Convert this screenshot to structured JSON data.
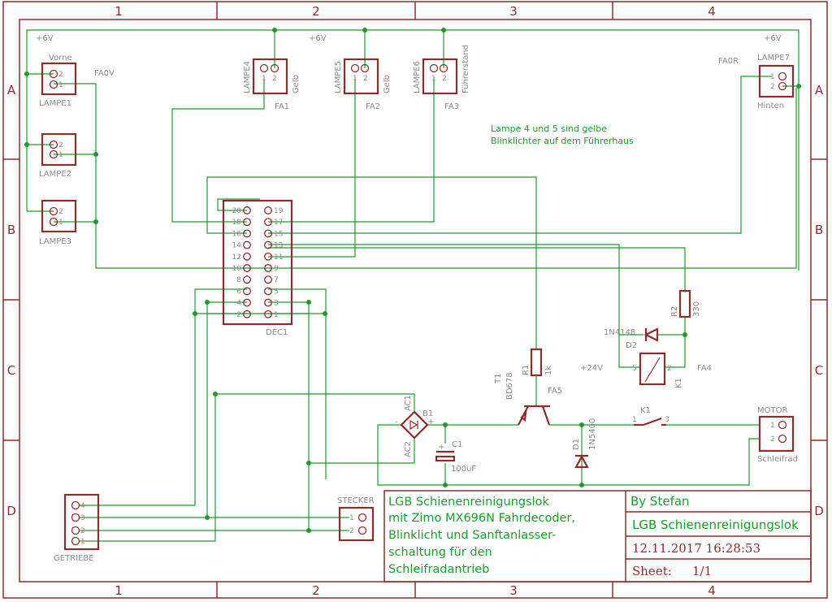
{
  "frame": {
    "columns": [
      "1",
      "2",
      "3",
      "4"
    ],
    "rows": [
      "A",
      "B",
      "C",
      "D"
    ]
  },
  "supply": {
    "left": "+6V",
    "mid": "+6V",
    "right": "+6V",
    "plus24": "+24V"
  },
  "parts": {
    "lampe1": {
      "name": "LAMPE1",
      "value": "Vorne",
      "net": "FA0V"
    },
    "lampe2": {
      "name": "LAMPE2"
    },
    "lampe3": {
      "name": "LAMPE3"
    },
    "lampe4": {
      "name": "LAMPE4",
      "value": "Gelb",
      "net": "FA1"
    },
    "lampe5": {
      "name": "LAMPE5",
      "value": "Gelb",
      "net": "FA2"
    },
    "lampe6": {
      "name": "LAMPE6",
      "value": "Führerstand",
      "net": "FA3"
    },
    "lampe7": {
      "name": "LAMPE7",
      "value": "Hinten",
      "net": "FA0R"
    },
    "dec1": {
      "name": "DEC1"
    },
    "r1": {
      "name": "R1",
      "value": "1k"
    },
    "r2": {
      "name": "R2",
      "value": "330"
    },
    "t1": {
      "name": "T1",
      "value": "BD678",
      "net": "FA5"
    },
    "d1": {
      "name": "D1",
      "value": "1N5400"
    },
    "d2": {
      "name": "D2",
      "value": "1N4148"
    },
    "k1": {
      "name": "K1",
      "net": "FA4"
    },
    "b1": {
      "name": "B1",
      "ac1": "AC1",
      "ac2": "AC2"
    },
    "c1": {
      "name": "C1",
      "value": "100uF"
    },
    "motor": {
      "name": "MOTOR",
      "value": "Schleifrad"
    },
    "getriebe": {
      "name": "GETRIEBE"
    },
    "stecker": {
      "name": "STECKER"
    }
  },
  "dec_pins_left": [
    "20",
    "18",
    "16",
    "14",
    "12",
    "10",
    "8",
    "6",
    "4",
    "2"
  ],
  "dec_pins_right": [
    "19",
    "17",
    "15",
    "13",
    "11",
    "9",
    "7",
    "5",
    "3",
    "1"
  ],
  "pin_labels": {
    "p1": "1",
    "p2": "2",
    "p3": "3",
    "p4": "4",
    "p5": "5",
    "plus": "+",
    "minus": "-"
  },
  "note": {
    "line1": "Lampe 4 und 5 sind gelbe",
    "line2": "Blinklichter auf dem Führerhaus"
  },
  "titleblock": {
    "title_lines": [
      "LGB Schienenreinigungslok",
      "mit Zimo MX696N Fahrdecoder,",
      "Blinklicht und Sanftanlasser-",
      "schaltung für den",
      "Schleifradantrieb"
    ],
    "author": "By Stefan",
    "project": "LGB Schienenreinigungslok",
    "date": "12.11.2017 16:28:53",
    "sheet_label": "Sheet:",
    "sheet_value": "1/1"
  }
}
